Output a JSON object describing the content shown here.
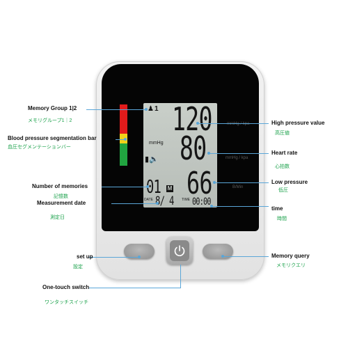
{
  "labels": {
    "memory_group": {
      "en": "Memory Group 1|2",
      "jp": "メモリグループ1｜2"
    },
    "bp_bar": {
      "en": "Blood pressure segmentation bar",
      "jp": "血圧セグメンテーションバー"
    },
    "num_memories": {
      "en": "Number of memories",
      "jp": "記憶数"
    },
    "measure_date": {
      "en": "Measurement date",
      "jp": "測定日"
    },
    "setup": {
      "en": "set up",
      "jp": "設定"
    },
    "one_touch": {
      "en": "One-touch switch",
      "jp": "ワンタッチスイッチ"
    },
    "high_pressure": {
      "en": "High pressure value",
      "jp": "高圧値"
    },
    "heart_rate": {
      "en": "Heart rate",
      "jp": "心拍数"
    },
    "low_pressure": {
      "en": "Low pressure",
      "jp": "低圧"
    },
    "time": {
      "en": "time",
      "jp": "時間"
    },
    "memory_query": {
      "en": "Memory query",
      "jp": "メモリクエリ"
    }
  },
  "display": {
    "user": "1",
    "systolic": "120",
    "diastolic": "80",
    "pulse": "66",
    "unit": "mmHg",
    "memory_count": "01",
    "memory_flag": "M",
    "date_label": "DATE",
    "date": "8/ 4",
    "time_label": "TIME",
    "time": "00:00"
  },
  "faint_units": {
    "high": "mmHg / kpa",
    "mid": "mmHg / kpa",
    "pulse": "B/Min"
  },
  "colors": {
    "bar_red": "#e11b1b",
    "bar_yellow": "#f0d21a",
    "bar_green": "#21a540",
    "callout_line": "#5aa6d8",
    "jp_text": "#1aa14a"
  }
}
